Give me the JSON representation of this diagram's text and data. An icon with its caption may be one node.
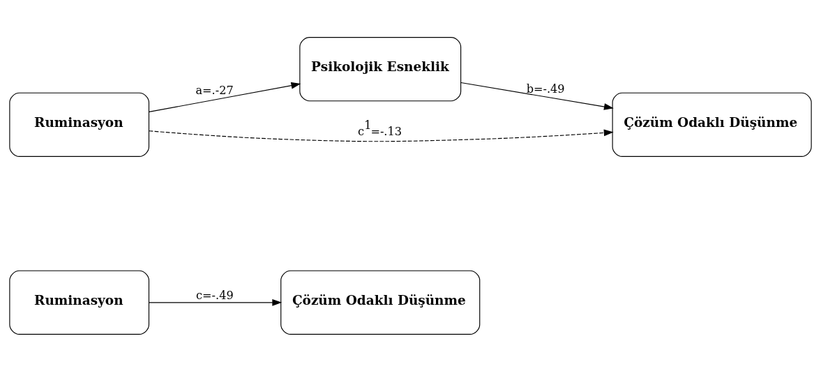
{
  "diagram": {
    "nodes": [
      {
        "text": [
          "Ruminasyon"
        ]
      },
      {
        "text": [
          "Çözüm Odaklı Düşünme"
        ]
      },
      {
        "text": [
          "Psikolojik Esneklik"
        ]
      },
      {
        "text": [
          "Ruminasyon"
        ]
      },
      {
        "text": [
          "Çözüm Odaklı Düşünme"
        ]
      }
    ],
    "edges": [
      {
        "from": 0,
        "to": 1,
        "arrow": "to",
        "label": "c=-.49"
      },
      {
        "from": 3,
        "to": 2,
        "arrow": "to",
        "label": "a=.-27"
      },
      {
        "from": 2,
        "to": 4,
        "arrow": "to",
        "label": "b=-.49"
      },
      {
        "from": 3,
        "to": 4,
        "arrow": "to",
        "label": "c$^{1}$=-.13",
        "style": "dashed"
      }
    ]
  }
}
